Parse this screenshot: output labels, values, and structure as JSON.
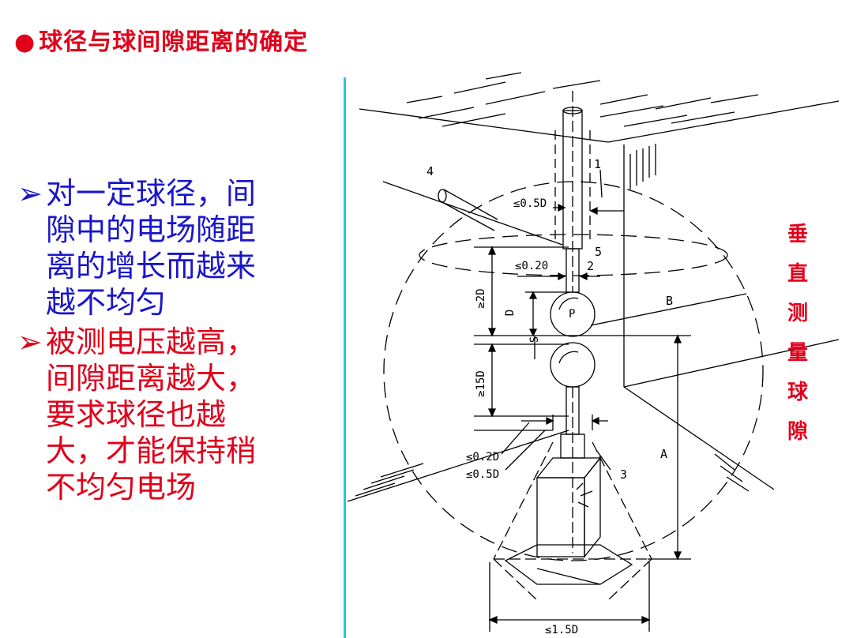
{
  "title": {
    "bullet": "●",
    "text": "球径与球间隙距离的确定"
  },
  "bullets": [
    {
      "marker": "➢",
      "lines": [
        "对一定球径，间",
        "隙中的电场随距",
        "离的增长而越来",
        "越不均匀"
      ],
      "color": "#1a16c8"
    },
    {
      "marker": "➢",
      "lines": [
        "被测电压越高，",
        "间隙距离越大，",
        "要求球径也越",
        "大，才能保持稍",
        "不均匀电场"
      ],
      "color": "#e1001a"
    }
  ],
  "side_label": [
    "垂",
    "直",
    "测",
    "量",
    "球",
    "隙"
  ],
  "diagram": {
    "labels": {
      "n1": "1",
      "n2": "2",
      "n3": "3",
      "n4": "4",
      "n5": "5",
      "p": "P",
      "b": "B",
      "a": "A",
      "d": "D",
      "s": "S",
      "d2": "≥2D",
      "d15": "≥15D",
      "c05d_top": "≤0.5D",
      "c020": "≤0.20",
      "c02d": "≤0.2D",
      "c05d_bot": "≤0.5D",
      "c15d": "≤1.5D"
    }
  },
  "colors": {
    "red": "#e1001a",
    "blue": "#1a16c8",
    "divider": "#28c7da"
  }
}
